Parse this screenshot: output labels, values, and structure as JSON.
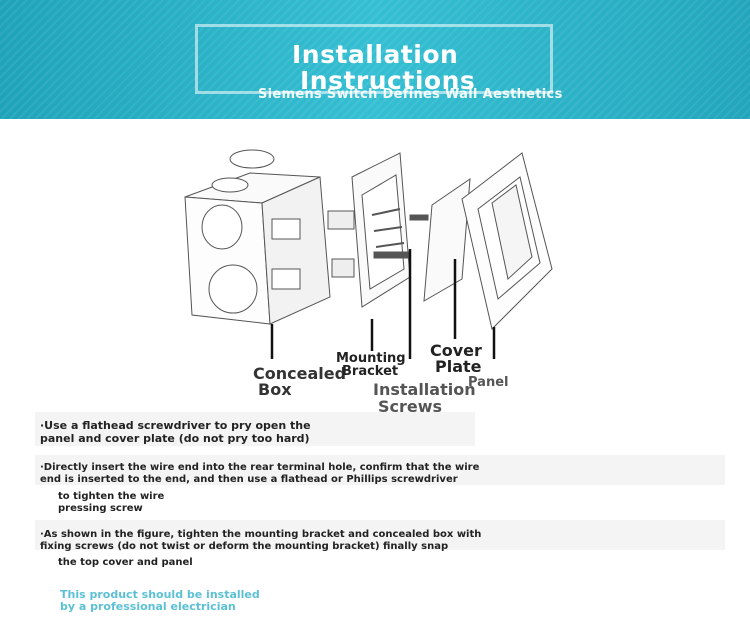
{
  "header": {
    "title_line1": "Installation",
    "title_line2": "Instructions",
    "subtitle": "Siemens Switch Defines Wall Aesthetics"
  },
  "diagram": {
    "labels": {
      "concealed_line1": "Concealed",
      "concealed_line2": "Box",
      "mounting_line1": "Mounting",
      "mounting_line2": "Bracket",
      "installation_line1": "Installation",
      "installation_line2": "Screws",
      "cover_line1": "Cover",
      "cover_line2": "Plate",
      "panel": "Panel"
    }
  },
  "steps": [
    {
      "line1": "·Use a flathead screwdriver to pry open the",
      "line2": " panel and cover plate (do not pry too hard)"
    },
    {
      "line1": "·Directly insert the wire end into the rear terminal hole, confirm that the wire",
      "line2": " end is inserted to the end, and then use a flathead or Phillips screwdriver",
      "line3": "to tighten the wire",
      "line4": " pressing screw"
    },
    {
      "line1": "·As shown in the figure, tighten the mounting bracket and concealed box with",
      "line2": " fixing screws (do not twist or deform the mounting bracket) finally snap",
      "line3": "the top cover and panel"
    }
  ],
  "footer_note": {
    "line1": "This product should be installed",
    "line2": " by a professional electrician"
  }
}
